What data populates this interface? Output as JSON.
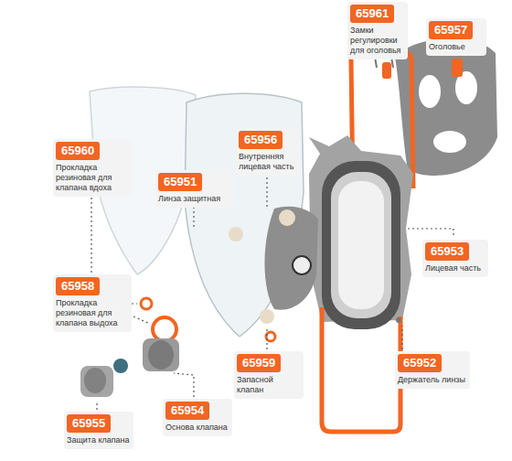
{
  "diagram": {
    "nodes": [
      {
        "text": [
          "65961",
          "Замки регулировки для оголовья"
        ]
      },
      {
        "text": [
          "65957",
          "Оголовье"
        ]
      },
      {
        "text": [
          "65956",
          "Внутренняя лицевая часть"
        ]
      },
      {
        "text": [
          "65960",
          "Прокладка резиновая для клапана вдоха"
        ]
      },
      {
        "text": [
          "65951",
          "Линза защитная"
        ]
      },
      {
        "text": [
          "65953",
          "Лицевая часть"
        ]
      },
      {
        "text": [
          "65958",
          "Прокладка резиновая для клапана выдоха"
        ]
      },
      {
        "text": [
          "65959",
          "Запасной клапан"
        ]
      },
      {
        "text": [
          "65952",
          "Держатель линзы"
        ]
      },
      {
        "text": [
          "65954",
          "Основа клапана"
        ]
      },
      {
        "text": [
          "65955",
          "Защита клапана"
        ]
      }
    ]
  }
}
